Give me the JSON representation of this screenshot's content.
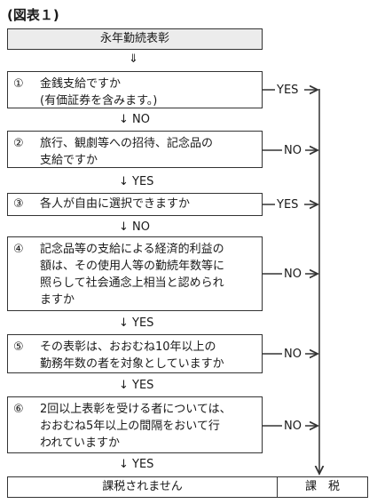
{
  "title": "(図表１)",
  "top": "永年勤続表彰",
  "arrow_symbol": "⇓",
  "questions": [
    {
      "num": "①",
      "text": "金銭支給ですか\n(有価証券を含みます。)",
      "right": "YES"
    },
    {
      "num": "②",
      "text": "旅行、観劇等への招待、記念品の\n支給ですか",
      "right": "NO"
    },
    {
      "num": "③",
      "text": "各人が自由に選択できますか",
      "right": "YES"
    },
    {
      "num": "④",
      "text": "記念品等の支給による経済的利益の\n額は、その使用人等の勤続年数等に\n照らして社会通念上相当と認められ\nますか",
      "right": "NO"
    },
    {
      "num": "⑤",
      "text": "その表彰は、おおむね10年以上の\n勤務年数の者を対象としていますか",
      "right": "NO"
    },
    {
      "num": "⑥",
      "text": "2回以上表彰を受ける者については、\nおおむね5年以上の間隔をおいて行\nわれていますか",
      "right": "NO"
    }
  ],
  "down_labels": [
    "↓ NO",
    "↓ YES",
    "↓ NO",
    "↓ YES",
    "↓ YES",
    "↓ YES"
  ],
  "results": {
    "left": "課税されません",
    "right": "課　税"
  }
}
